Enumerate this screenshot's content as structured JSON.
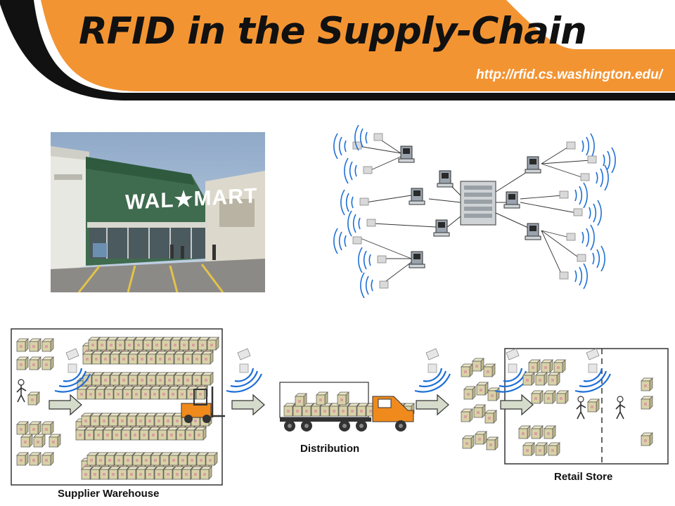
{
  "title": "RFID in the Supply-Chain",
  "url": "http://rfid.cs.washington.edu/",
  "photo": {
    "store_sign": "WAL★MART"
  },
  "supply_chain": {
    "supplier_label": "Supplier Warehouse",
    "distribution_label": "Distribution",
    "retail_label": "Retail Store"
  },
  "colors": {
    "header_orange": "#f39433",
    "header_black": "#111111",
    "rfid_waves": "#1e6fd6",
    "truck_orange": "#f08a1c",
    "box_tan": "#d9d2a8"
  }
}
